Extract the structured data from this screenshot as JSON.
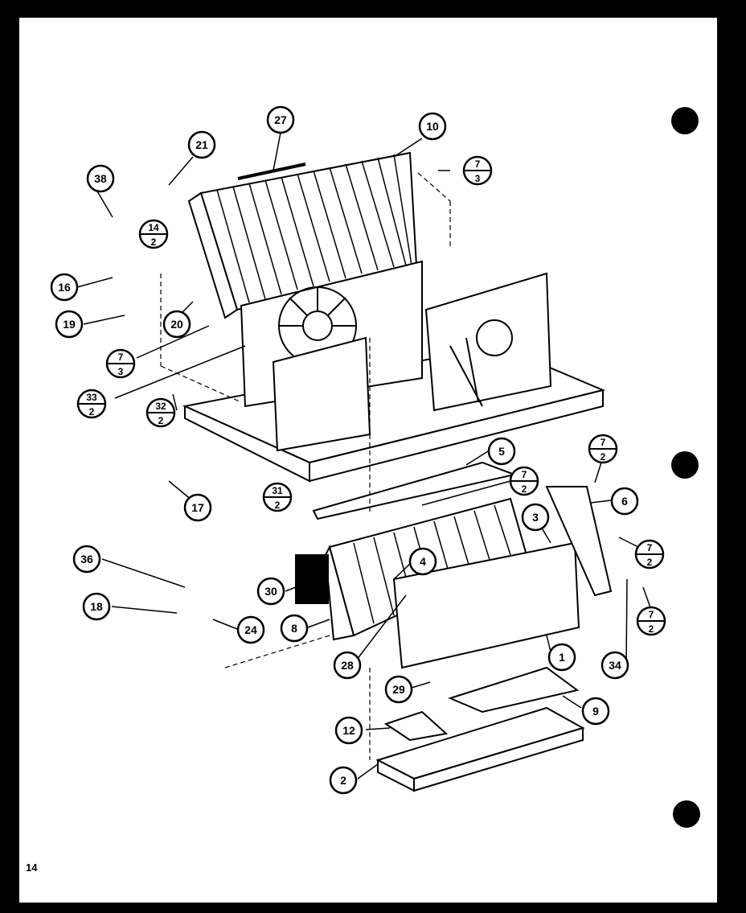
{
  "page_number": "14",
  "callouts": [
    {
      "id": "c27",
      "label": "27"
    },
    {
      "id": "c10",
      "label": "10"
    },
    {
      "id": "c21",
      "label": "21"
    },
    {
      "id": "c38",
      "label": "38"
    },
    {
      "id": "c16",
      "label": "16"
    },
    {
      "id": "c19",
      "label": "19"
    },
    {
      "id": "c20",
      "label": "20"
    },
    {
      "id": "c17",
      "label": "17"
    },
    {
      "id": "c5",
      "label": "5"
    },
    {
      "id": "c3",
      "label": "3"
    },
    {
      "id": "c6",
      "label": "6"
    },
    {
      "id": "c4",
      "label": "4"
    },
    {
      "id": "c36",
      "label": "36"
    },
    {
      "id": "c18",
      "label": "18"
    },
    {
      "id": "c30",
      "label": "30"
    },
    {
      "id": "c24",
      "label": "24"
    },
    {
      "id": "c8",
      "label": "8"
    },
    {
      "id": "c1",
      "label": "1"
    },
    {
      "id": "c34",
      "label": "34"
    },
    {
      "id": "c28",
      "label": "28"
    },
    {
      "id": "c29",
      "label": "29"
    },
    {
      "id": "c9",
      "label": "9"
    },
    {
      "id": "c12",
      "label": "12"
    },
    {
      "id": "c2",
      "label": "2"
    }
  ],
  "fraction_callouts": [
    {
      "id": "f7_3a",
      "top": "7",
      "bottom": "3"
    },
    {
      "id": "f14_2",
      "top": "14",
      "bottom": "2"
    },
    {
      "id": "f7_3b",
      "top": "7",
      "bottom": "3"
    },
    {
      "id": "f33_2",
      "top": "33",
      "bottom": "2"
    },
    {
      "id": "f32_2",
      "top": "32",
      "bottom": "2"
    },
    {
      "id": "f7_2a",
      "top": "7",
      "bottom": "2"
    },
    {
      "id": "f7_2b",
      "top": "7",
      "bottom": "2"
    },
    {
      "id": "f31_2",
      "top": "31",
      "bottom": "2"
    },
    {
      "id": "f7_2c",
      "top": "7",
      "bottom": "2"
    },
    {
      "id": "f7_2d",
      "top": "7",
      "bottom": "2"
    }
  ]
}
